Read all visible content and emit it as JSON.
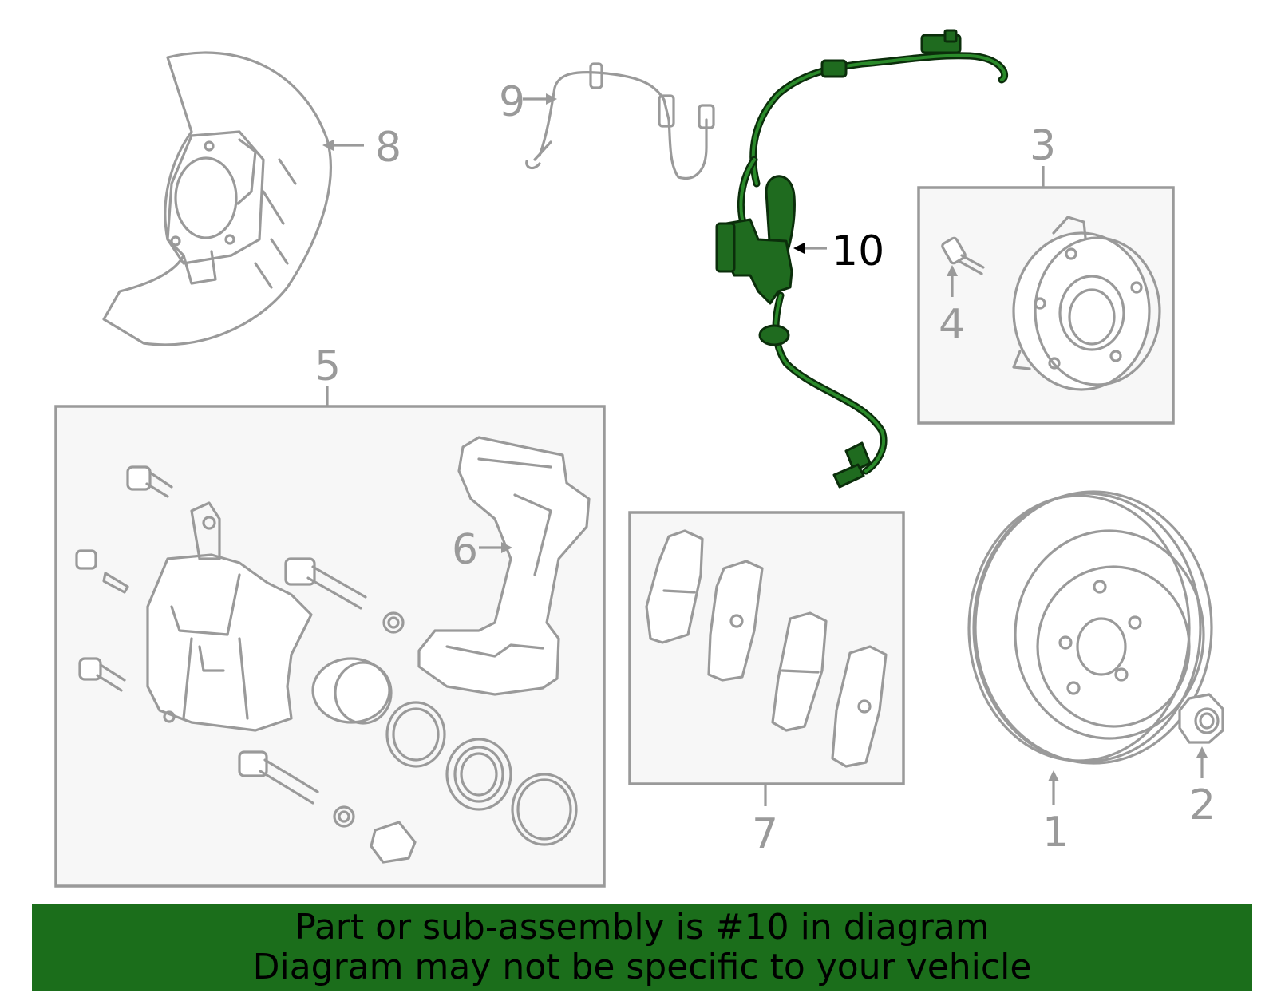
{
  "callouts": {
    "c1": "1",
    "c2": "2",
    "c3": "3",
    "c4": "4",
    "c5": "5",
    "c6": "6",
    "c7": "7",
    "c8": "8",
    "c9": "9",
    "c10": "10"
  },
  "banner": {
    "line1": "Part or sub-assembly is #10 in diagram",
    "line2": "Diagram may not be specific to your vehicle"
  },
  "colors": {
    "highlight": "#1f6b1f",
    "banner": "#1b6e1b",
    "outline": "#9a9a9a"
  }
}
